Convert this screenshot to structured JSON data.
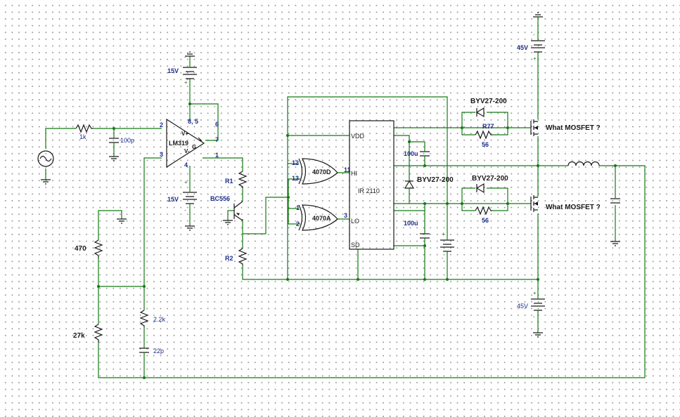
{
  "labels": {
    "src_resistor": "1k",
    "cap_100p": "100p",
    "comparator": "LM319",
    "comp_vplus": "V+",
    "comp_vminus": "V-",
    "comp_g": "G",
    "battery_top": "15V",
    "battery_bottom": "15V",
    "r1": "R1",
    "r2": "R2",
    "transistor": "BC556",
    "r470": "470",
    "r27k": "27k",
    "r2k2": "2.2k",
    "c22p": "22p",
    "xor_top": "4070D",
    "xor_bottom": "4070A",
    "driver": "IR 2110",
    "vdd": "VDD",
    "hi": "HI",
    "lo": "LO",
    "sd": "SD",
    "cap_boot": "100u",
    "cap_vcc": "100u",
    "diode_boot": "BYV27-200",
    "diode_hi": "BYV27-200",
    "diode_lo": "BYV27-200",
    "r77": "R77",
    "r_gate_hi": "56",
    "r_gate_lo": "56",
    "mosfet_hi": "What MOSFET ?",
    "mosfet_lo": "What MOSFET ?",
    "supply_top": "45V",
    "supply_bottom": "45V"
  },
  "pins": {
    "comp_in_plus": "2",
    "comp_in_minus": "3",
    "comp_pins_top": "8, 5",
    "comp_pin6": "6",
    "comp_pin7": "7",
    "comp_pin4": "4",
    "comp_pin1": "1",
    "xor_d_in1": "12",
    "xor_d_in2": "13",
    "xor_d_out": "11",
    "xor_a_in1": "1",
    "xor_a_in2": "2",
    "xor_a_out": "3"
  },
  "polarity": {
    "minus": "-",
    "plus": "+"
  },
  "colors": {
    "wire": "#137a13",
    "component": "#1a1a1a",
    "value_text": "#1d2e8c"
  }
}
